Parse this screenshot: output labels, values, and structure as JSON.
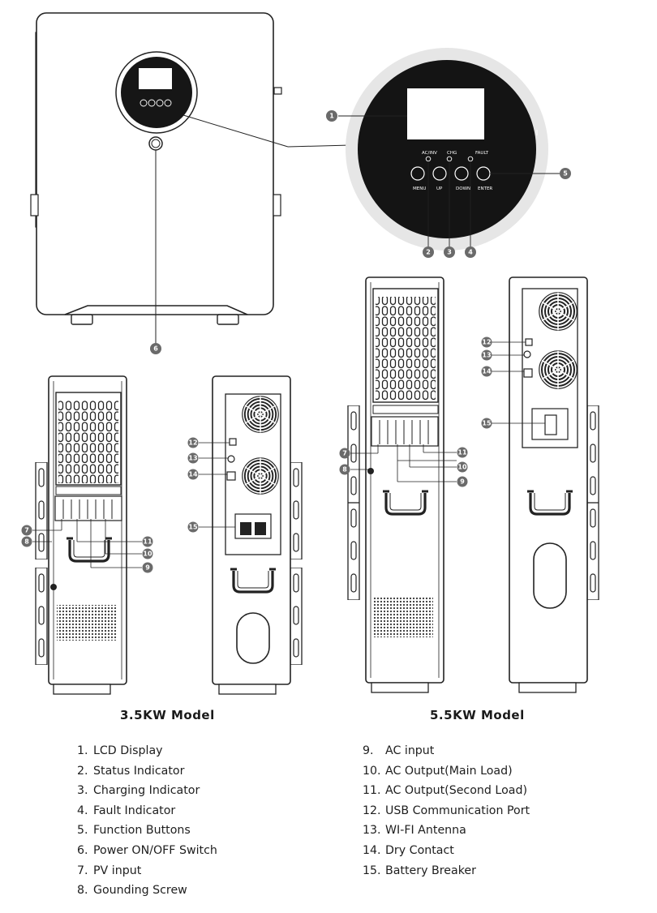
{
  "front_panel": {
    "button_labels": [
      "MENU",
      "UP",
      "DOWN",
      "ENTER"
    ],
    "indicator_labels": [
      "AC/INV",
      "CHG",
      "FAULT"
    ]
  },
  "models": [
    {
      "title": "3.5KW Model"
    },
    {
      "title": "5.5KW Model"
    }
  ],
  "callouts": [
    "1",
    "2",
    "3",
    "4",
    "5",
    "6",
    "7",
    "8",
    "9",
    "10",
    "11",
    "12",
    "13",
    "14",
    "15"
  ],
  "legend_left": [
    {
      "num": "1.",
      "label": "LCD Display"
    },
    {
      "num": "2.",
      "label": "Status Indicator"
    },
    {
      "num": "3.",
      "label": "Charging Indicator"
    },
    {
      "num": "4.",
      "label": "Fault Indicator"
    },
    {
      "num": "5.",
      "label": "Function Buttons"
    },
    {
      "num": "6.",
      "label": "Power ON/OFF Switch"
    },
    {
      "num": "7.",
      "label": "PV input"
    },
    {
      "num": "8.",
      "label": "Gounding Screw"
    }
  ],
  "legend_right": [
    {
      "num": "9.",
      "label": "AC input"
    },
    {
      "num": "10.",
      "label": "AC Output(Main Load)"
    },
    {
      "num": "11.",
      "label": "AC Output(Second Load)"
    },
    {
      "num": "12.",
      "label": "USB Communication Port"
    },
    {
      "num": "13.",
      "label": "WI-FI Antenna"
    },
    {
      "num": "14.",
      "label": "Dry Contact"
    },
    {
      "num": "15.",
      "label": "Battery Breaker"
    }
  ]
}
